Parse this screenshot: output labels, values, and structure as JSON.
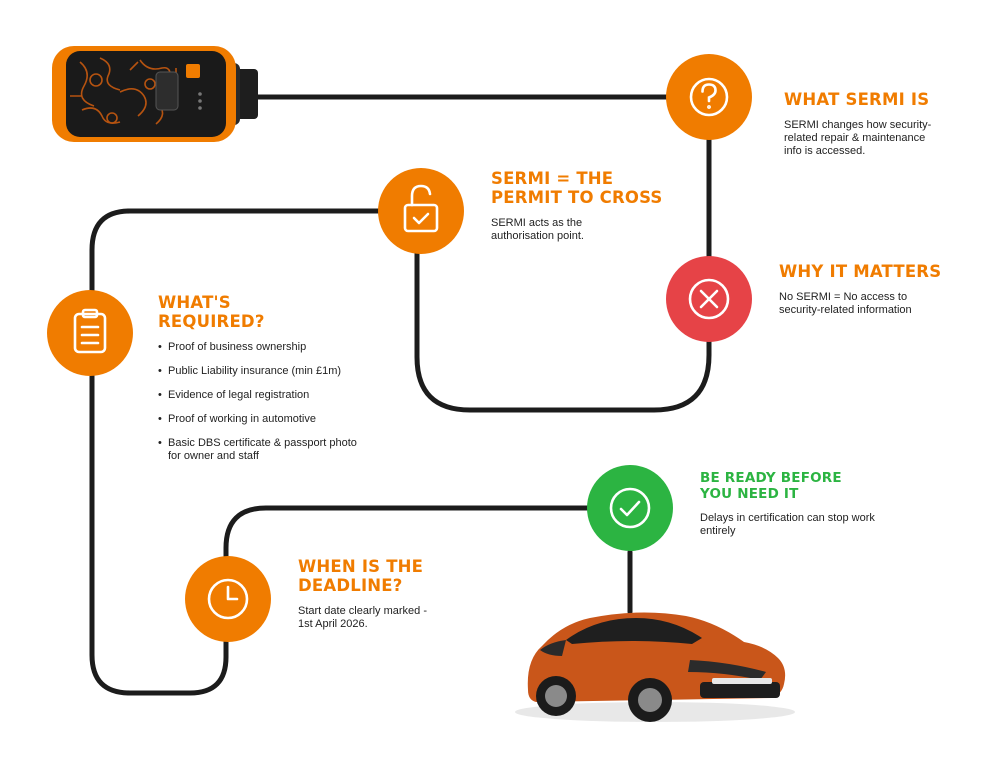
{
  "steps": {
    "what_sermi_is": {
      "title": "WHAT SERMI IS",
      "text": "SERMI changes how security-related repair & maintenance info is accessed."
    },
    "permit": {
      "title": "SERMI = THE PERMIT TO CROSS",
      "text": "SERMI acts as the authorisation point."
    },
    "why_it_matters": {
      "title": "WHY IT MATTERS",
      "text": "No SERMI = No access to security-related information"
    },
    "whats_required": {
      "title": "WHAT'S REQUIRED?",
      "items": [
        "Proof of business ownership",
        "Public Liability insurance (min £1m)",
        "Evidence of legal registration",
        "Proof of working in automotive",
        "Basic DBS certificate & passport photo for owner and staff"
      ]
    },
    "be_ready": {
      "title": "BE READY BEFORE YOU NEED IT",
      "text": "Delays in certification can stop work entirely"
    },
    "deadline": {
      "title": "WHEN IS THE DEADLINE?",
      "text": "Start date clearly marked - 1st April 2026."
    }
  },
  "colors": {
    "orange": "#f07c00",
    "red": "#e64347",
    "green": "#2cb442",
    "path": "#1c1c1c"
  },
  "icons": {
    "what_sermi_is": "question-icon",
    "permit": "unlocked-padlock-icon",
    "why_it_matters": "x-circle-icon",
    "whats_required": "clipboard-icon",
    "be_ready": "checkmark-icon",
    "deadline": "clock-icon"
  }
}
